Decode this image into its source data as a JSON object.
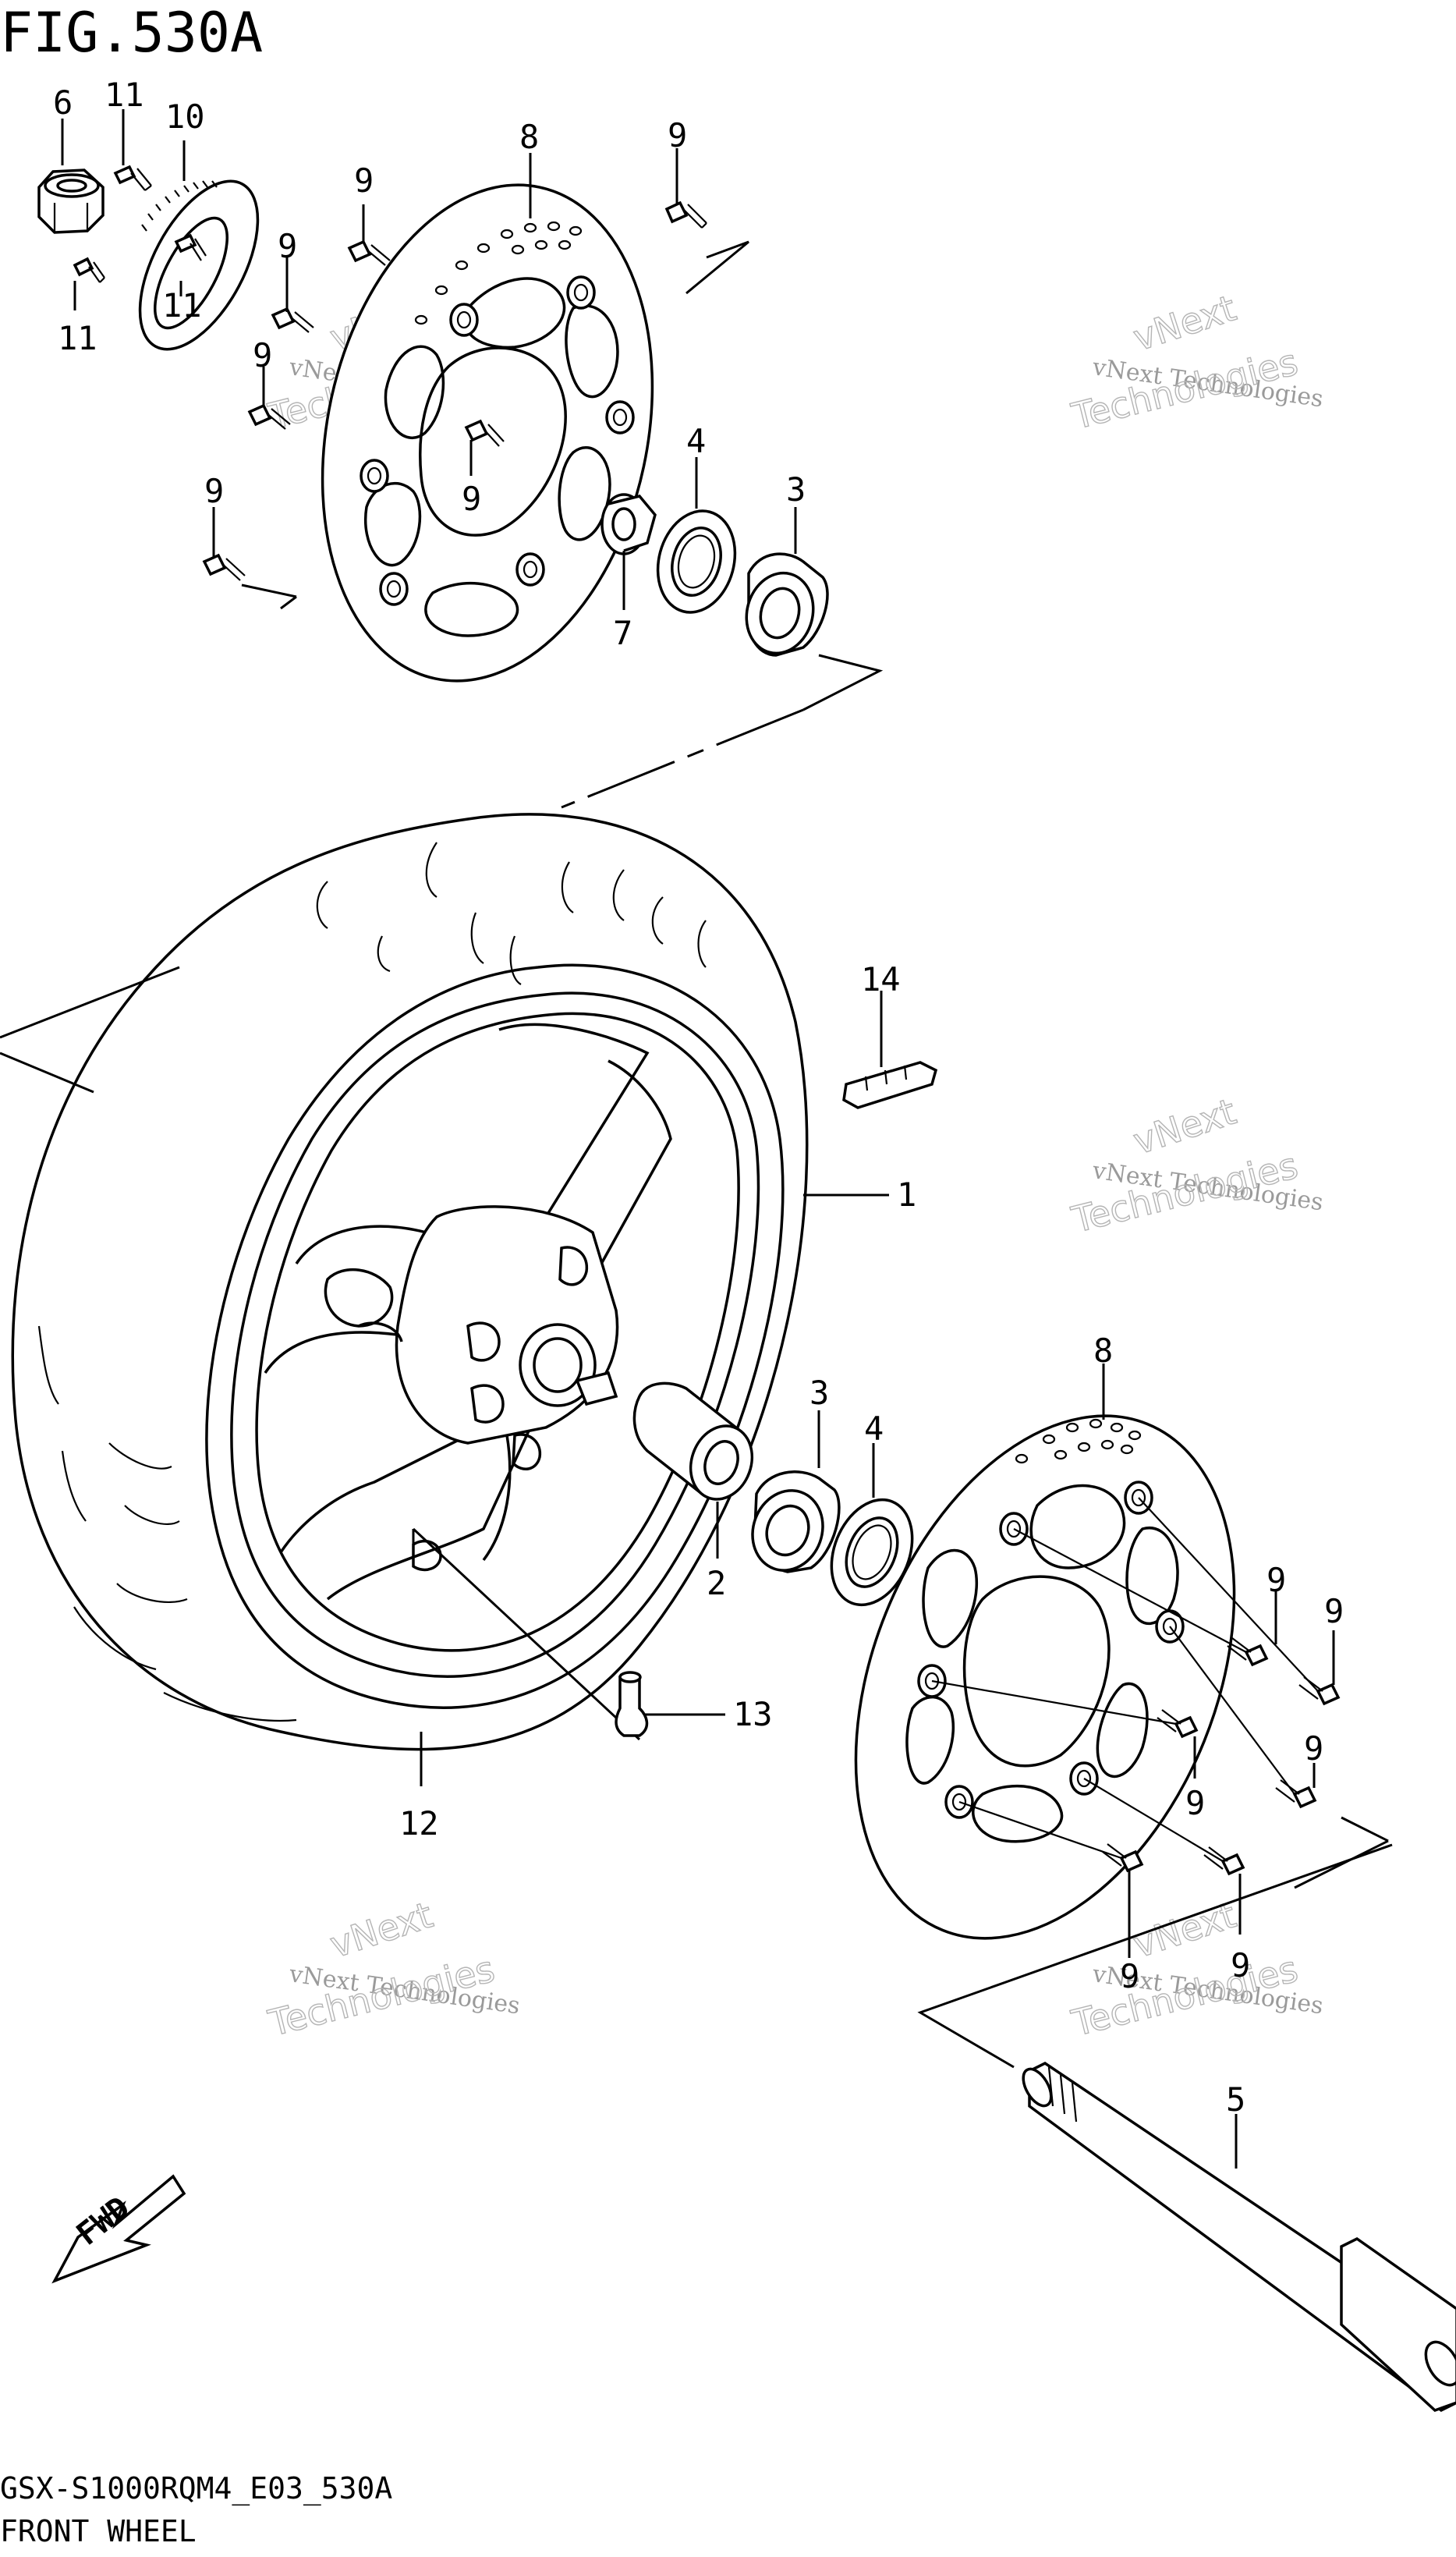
{
  "figure": {
    "title": "FIG.530A",
    "model_code": "GSX-S1000RQM4_E03_530A",
    "caption": "FRONT WHEEL",
    "fwd_marker": "FWD"
  },
  "watermark": {
    "line1": "vNext Technologies",
    "line2": "vNext",
    "line3": "Technologies"
  },
  "callouts": [
    {
      "id": "c6",
      "label": "6"
    },
    {
      "id": "c11a",
      "label": "11"
    },
    {
      "id": "c10",
      "label": "10"
    },
    {
      "id": "c11b",
      "label": "11"
    },
    {
      "id": "c11c",
      "label": "11"
    },
    {
      "id": "c9a",
      "label": "9"
    },
    {
      "id": "c8a",
      "label": "8"
    },
    {
      "id": "c9b",
      "label": "9"
    },
    {
      "id": "c9c",
      "label": "9"
    },
    {
      "id": "c9d",
      "label": "9"
    },
    {
      "id": "c9e",
      "label": "9"
    },
    {
      "id": "c9f",
      "label": "9"
    },
    {
      "id": "c4a",
      "label": "4"
    },
    {
      "id": "c3a",
      "label": "3"
    },
    {
      "id": "c7",
      "label": "7"
    },
    {
      "id": "c14",
      "label": "14"
    },
    {
      "id": "c1",
      "label": "1"
    },
    {
      "id": "c8b",
      "label": "8"
    },
    {
      "id": "c3b",
      "label": "3"
    },
    {
      "id": "c4b",
      "label": "4"
    },
    {
      "id": "c2",
      "label": "2"
    },
    {
      "id": "c13",
      "label": "13"
    },
    {
      "id": "c12",
      "label": "12"
    },
    {
      "id": "c9g",
      "label": "9"
    },
    {
      "id": "c9h",
      "label": "9"
    },
    {
      "id": "c9i",
      "label": "9"
    },
    {
      "id": "c9j",
      "label": "9"
    },
    {
      "id": "c9k",
      "label": "9"
    },
    {
      "id": "c9l",
      "label": "9"
    },
    {
      "id": "c5",
      "label": "5"
    }
  ]
}
